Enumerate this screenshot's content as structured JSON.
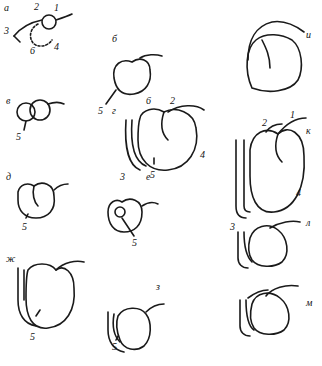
{
  "diagram": {
    "labels": [
      "а",
      "2",
      "1",
      "3",
      "6",
      "4",
      "б",
      "5",
      "и",
      "в",
      "5",
      "г",
      "6",
      "2",
      "3",
      "5",
      "4",
      "д",
      "5",
      "е",
      "5",
      "ж",
      "5",
      "з",
      "5",
      "к",
      "2",
      "1",
      "3",
      "4",
      "л",
      "м"
    ]
  }
}
